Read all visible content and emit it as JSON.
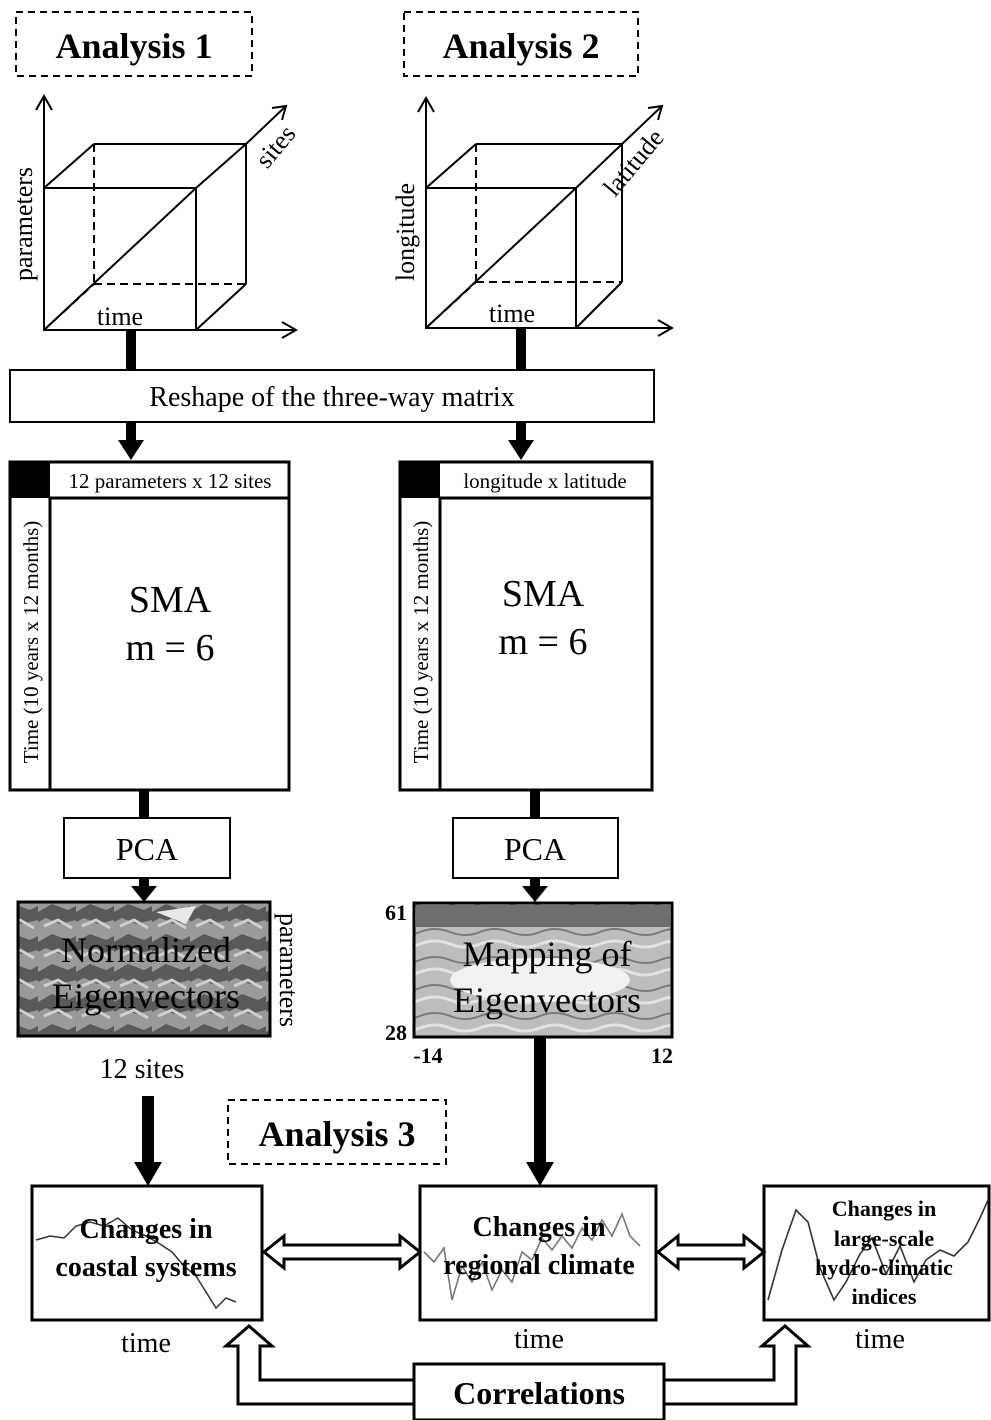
{
  "analysis_1": {
    "title": "Analysis 1",
    "axis_vertical": "parameters",
    "axis_depth": "sites",
    "axis_horizontal": "time"
  },
  "analysis_2": {
    "title": "Analysis 2",
    "axis_vertical": "longitude",
    "axis_depth": "latitude",
    "axis_horizontal": "time"
  },
  "reshape_label": "Reshape of the three-way matrix",
  "matrix_left": {
    "header": "12 parameters x 12 sites",
    "side": "Time (10 years x 12 months)",
    "method": "SMA",
    "window": "m = 6"
  },
  "matrix_right": {
    "header": "longitude x latitude",
    "side": "Time (10 years x 12 months)",
    "method": "SMA",
    "window": "m = 6"
  },
  "pca_left": "PCA",
  "pca_right": "PCA",
  "eigen_left": {
    "line1": "Normalized",
    "line2": "Eigenvectors",
    "right_label": "parameters",
    "bottom_label": "12 sites"
  },
  "eigen_right": {
    "line1": "Mapping of",
    "line2": "Eigenvectors",
    "lat_top": "61",
    "lat_bottom": "28",
    "lon_left": "-14",
    "lon_right": "12"
  },
  "analysis_3": {
    "title": "Analysis 3"
  },
  "changes": {
    "coastal": {
      "line1": "Changes in",
      "line2": "coastal systems",
      "axis": "time"
    },
    "regional": {
      "line1": "Changes in",
      "line2": "regional climate",
      "axis": "time"
    },
    "largescale": {
      "line1": "Changes in",
      "line2": "large-scale",
      "line3": "hydro-climatic",
      "line4": "indices",
      "axis": "time"
    }
  },
  "correlations": "Correlations"
}
